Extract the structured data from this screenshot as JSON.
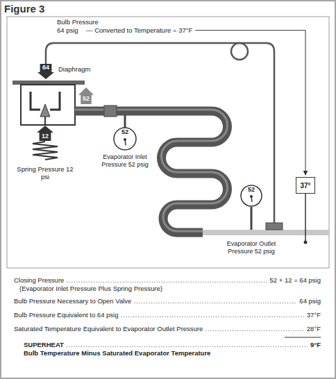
{
  "diagram": {
    "title": "Figure 3",
    "nodes": [
      {
        "text": [
          "64"
        ]
      },
      {
        "text": [
          "52"
        ]
      },
      {
        "text": [
          "12"
        ]
      },
      {
        "text": [
          "52",
          "Evaporator Inlet Pressure 52 psig"
        ]
      },
      {
        "text": [
          "52",
          "Evaporator Outlet Pressure 52 psig"
        ]
      },
      {
        "text": [
          "37°"
        ]
      }
    ],
    "labels": [
      "Bulb Pressure",
      "64 psig",
      "— Converted to Temperature = 37°F",
      "Diaphragm",
      "Spring Pressure 12 psi",
      "Closing Pressure",
      "(Evaporator Inlet Pressure Plus Spring Pressure)",
      "52 + 12 = 64 psig",
      "Bulb Pressure Necessary to Open Valve",
      "64 psig",
      "Bulb Pressure Equivalent to 64 psig",
      "37°F",
      "Saturated Temperature Equivalent to Evaporator Outlet Pressure",
      "28°F",
      "SUPERHEAT",
      "9°F",
      "Bulb Temperature Minus Saturated Evaporator Temperature"
    ]
  }
}
